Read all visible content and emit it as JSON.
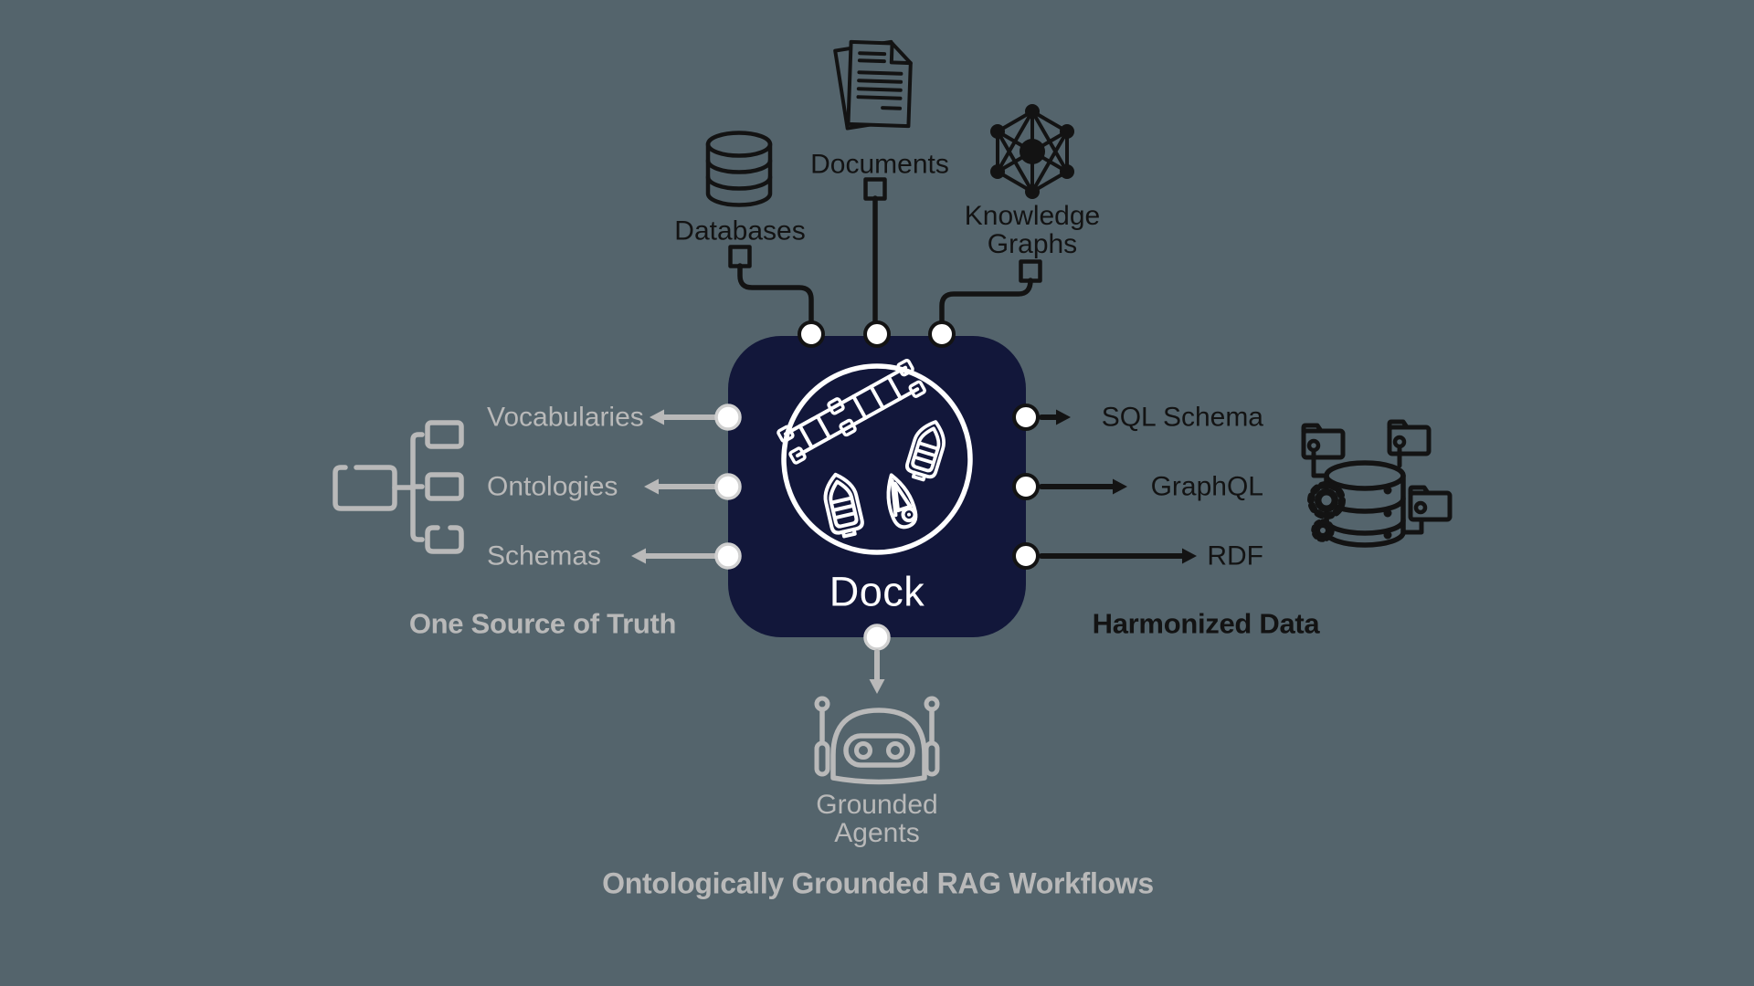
{
  "colors": {
    "background": "#54646c",
    "panel": "#12173a",
    "ink": "#131313",
    "gray": "#b9b9b9",
    "white": "#ffffff",
    "ring": "#d0d0d0"
  },
  "sources": {
    "databases": {
      "label": "Databases"
    },
    "documents": {
      "label": "Documents"
    },
    "knowledge_graphs": {
      "label": "Knowledge\nGraphs"
    }
  },
  "hub": {
    "label": "Dock"
  },
  "one_source": {
    "caption": "One Source of Truth",
    "items": [
      {
        "label": "Vocabularies"
      },
      {
        "label": "Ontologies"
      },
      {
        "label": "Schemas"
      }
    ]
  },
  "harmonized": {
    "caption": "Harmonized Data",
    "items": [
      {
        "label": "SQL Schema"
      },
      {
        "label": "GraphQL"
      },
      {
        "label": "RDF"
      }
    ]
  },
  "agents": {
    "label": "Grounded\nAgents",
    "caption": "Ontologically Grounded RAG Workflows"
  }
}
